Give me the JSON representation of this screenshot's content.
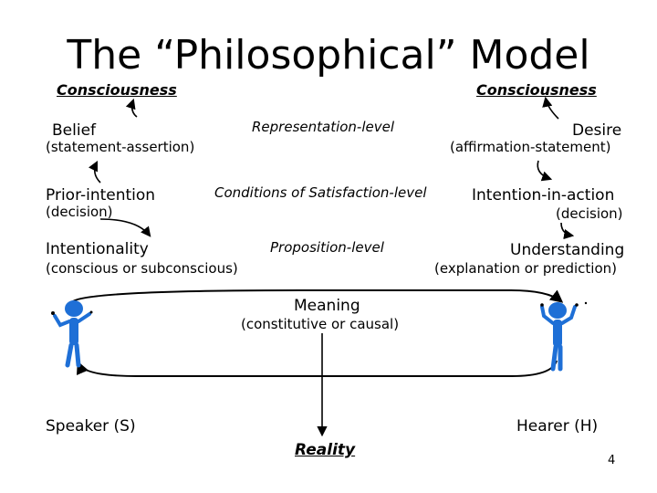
{
  "title": "The “Philosophical” Model",
  "left_column": {
    "consciousness": "Consciousness",
    "belief": "Belief",
    "belief_sub": "(statement-assertion)",
    "prior_intention": "Prior-intention",
    "prior_intention_sub": "(decision)",
    "intentionality": "Intentionality",
    "intentionality_sub": "(conscious or subconscious)"
  },
  "center_column": {
    "representation": "Representation-level",
    "conditions": "Conditions of Satisfaction-level",
    "proposition": "Proposition-level",
    "meaning": "Meaning",
    "meaning_sub": "(constitutive or causal)",
    "reality": "Reality"
  },
  "right_column": {
    "consciousness": "Consciousness",
    "desire": "Desire",
    "desire_sub": "(affirmation-statement)",
    "intention_in_action": "Intention-in-action",
    "intention_in_action_sub": "(decision)",
    "understanding": "Understanding",
    "understanding_sub": "(explanation or prediction)"
  },
  "speaker": "Speaker (S)",
  "hearer": "Hearer (H)",
  "page_number": "4",
  "colors": {
    "figure_blue": "#1e6fd6",
    "text": "#000000",
    "background": "#ffffff"
  },
  "icons": [
    "speaker-figure-icon",
    "hearer-figure-icon"
  ]
}
